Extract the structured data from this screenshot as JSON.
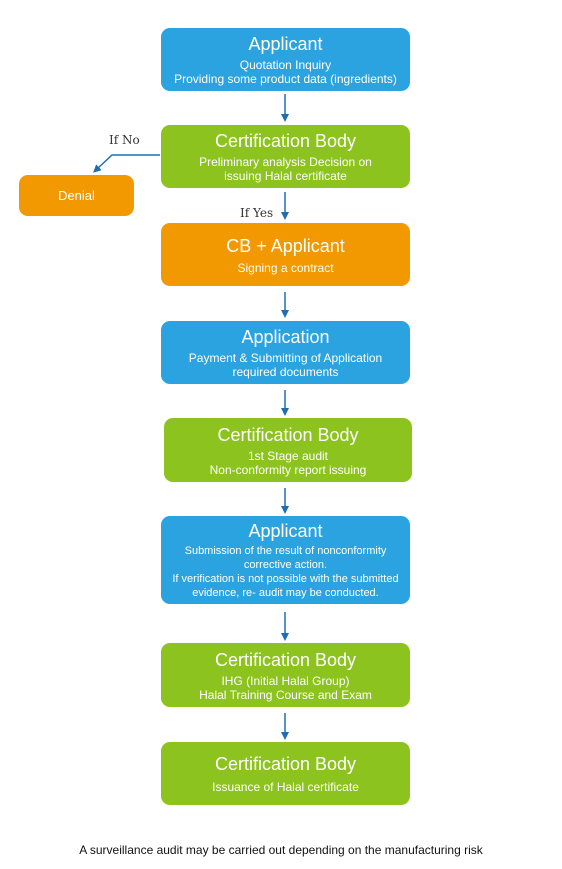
{
  "colors": {
    "blue": "#2aa3e0",
    "green": "#8cc31e",
    "orange": "#f29800",
    "arrow": "#1f6fb0"
  },
  "steps": [
    {
      "title": "Applicant",
      "desc": "Quotation Inquiry\nProviding some product data (ingredients)"
    },
    {
      "title": "Certification Body",
      "desc": "Preliminary analysis Decision on\nissuing Halal certificate"
    },
    {
      "title": "CB + Applicant",
      "desc": "Signing a contract"
    },
    {
      "title": "Application",
      "desc": "Payment & Submitting of Application\nrequired documents"
    },
    {
      "title": "Certification Body",
      "desc": "1st Stage audit\nNon-conformity report issuing"
    },
    {
      "title": "Applicant",
      "desc": "Submission of the result of nonconformity\ncorrective action.\nIf verification is not possible with the submitted\nevidence, re- audit may be conducted."
    },
    {
      "title": "Certification Body",
      "desc": "IHG (Initial Halal Group)\nHalal Training Course and Exam"
    },
    {
      "title": "Certification Body",
      "desc": "Issuance of Halal certificate"
    }
  ],
  "denial": {
    "label": "Denial"
  },
  "branch": {
    "if_no": "If No",
    "if_yes": "If Yes"
  },
  "footer": "A surveillance audit may be carried out depending on the manufacturing risk"
}
